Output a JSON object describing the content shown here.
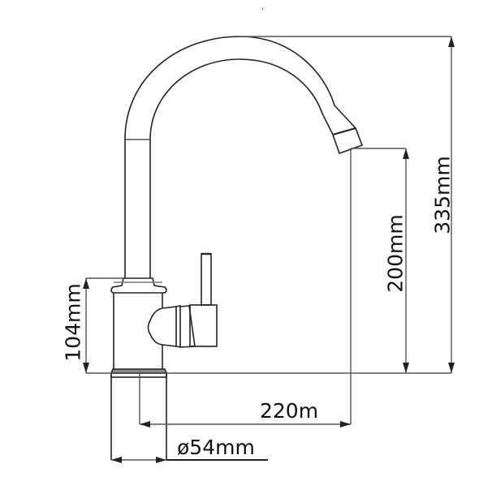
{
  "diagram": {
    "subject": "kitchen mixer tap technical drawing",
    "line_color": "#222222",
    "dimension_color": "#555555",
    "text_color": "#111111"
  },
  "dimensions": {
    "total_height": "335mm",
    "spout_height": "200mm",
    "body_height": "104mm",
    "spout_reach": "220m",
    "base_diameter": "ø54mm"
  }
}
